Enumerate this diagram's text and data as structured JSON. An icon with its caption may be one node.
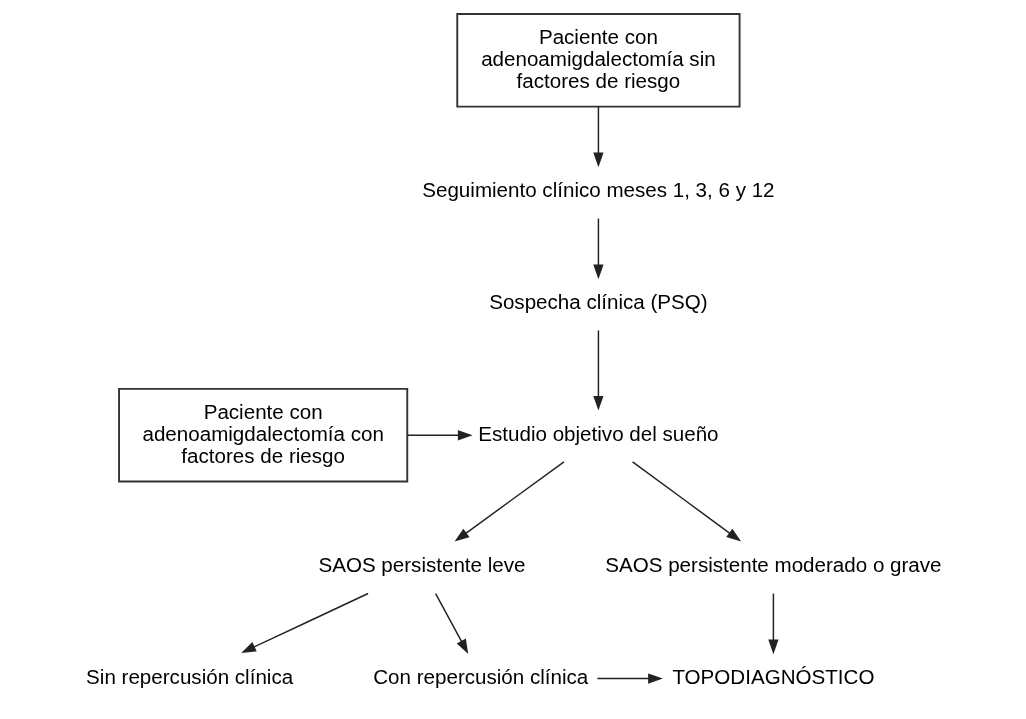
{
  "diagram": {
    "nodes": [
      {
        "text": [
          "Paciente con adenoamigdalectomía sin factores de riesgo"
        ]
      },
      {
        "text": [
          "Seguimiento clínico meses 1, 3, 6 y 12"
        ]
      },
      {
        "text": [
          "Sospecha clínica (PSQ)"
        ]
      },
      {
        "text": [
          "Paciente con adenoamigdalectomía con factores de riesgo"
        ]
      },
      {
        "text": [
          "Estudio objetivo del sueño"
        ]
      },
      {
        "text": [
          "SAOS persistente leve"
        ]
      },
      {
        "text": [
          "SAOS persistente moderado o grave"
        ]
      },
      {
        "text": [
          "Sin repercusión clínica"
        ]
      },
      {
        "text": [
          "Con repercusión clínica"
        ]
      },
      {
        "text": [
          "TOPODIAGNÓSTICO"
        ]
      }
    ],
    "edges": [
      {
        "from": 0,
        "to": 1,
        "arrow": "to"
      },
      {
        "from": 1,
        "to": 2,
        "arrow": "to"
      },
      {
        "from": 2,
        "to": 4,
        "arrow": "to"
      },
      {
        "from": 3,
        "to": 4,
        "arrow": "to"
      },
      {
        "from": 4,
        "to": 5,
        "arrow": "to"
      },
      {
        "from": 4,
        "to": 6,
        "arrow": "to"
      },
      {
        "from": 5,
        "to": 7,
        "arrow": "to"
      },
      {
        "from": 5,
        "to": 8,
        "arrow": "to"
      },
      {
        "from": 6,
        "to": 9,
        "arrow": "to"
      },
      {
        "from": 8,
        "to": 9,
        "arrow": "to"
      }
    ]
  }
}
